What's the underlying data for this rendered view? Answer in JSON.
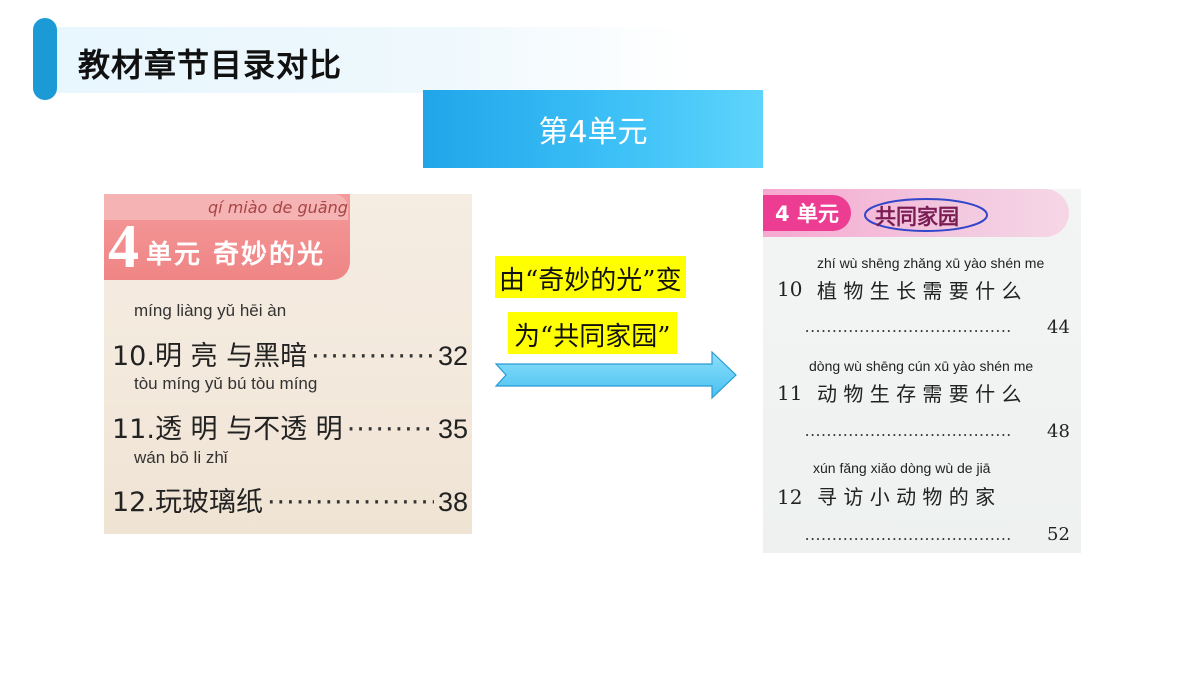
{
  "slide": {
    "title": "教材章节目录对比",
    "unit_banner": "第4单元"
  },
  "annotation": {
    "line1": "由“奇妙的光”变",
    "line2": "为“共同家园”"
  },
  "old_textbook": {
    "unit_number": "4",
    "unit_title": "单元 奇妙的光",
    "unit_pinyin": "qí miào de guāng",
    "lessons": [
      {
        "pinyin": "míng liàng yǔ hēi àn",
        "title": "10.明 亮 与黑暗",
        "page": "32"
      },
      {
        "pinyin": "tòu míng yǔ bú tòu míng",
        "title": "11.透 明 与不透 明",
        "page": "35"
      },
      {
        "pinyin": "wán bō li zhǐ",
        "title": "12.玩玻璃纸",
        "page": "38"
      }
    ]
  },
  "new_textbook": {
    "unit_label": "4 单元",
    "unit_title": "共同家园",
    "lessons": [
      {
        "pinyin": "zhí wù shēng zhǎng xū yào shén me",
        "number": "10",
        "title": "植 物 生  长 需 要 什 么",
        "page": "44"
      },
      {
        "pinyin": "dòng wù shēng cún  xū  yào shén me",
        "number": "11",
        "title": "动 物 生 存 需 要 什 么",
        "page": "48"
      },
      {
        "pinyin": "xún fǎng xiǎo dòng  wù  de  jiā",
        "number": "12",
        "title": "寻 访 小 动 物 的 家",
        "page": "52"
      }
    ],
    "dots": "......................................"
  },
  "colors": {
    "accent_blue": "#1c9ad6",
    "highlight_yellow": "#ffff00",
    "old_header_pink": "#ef8585",
    "new_header_magenta": "#ec3d93"
  }
}
